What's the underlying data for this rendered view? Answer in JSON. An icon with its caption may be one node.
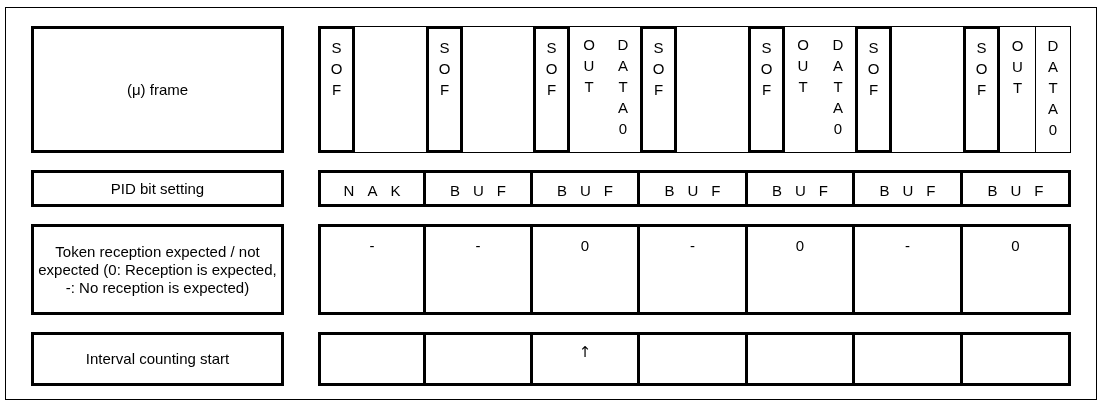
{
  "diagram": {
    "nodes": [
      {
        "text": [
          "(μ) frame"
        ]
      },
      {
        "text": [
          "SOF"
        ]
      },
      {
        "text": [
          "SOF"
        ]
      },
      {
        "text": [
          "SOF"
        ]
      },
      {
        "text": [
          "SOF"
        ]
      },
      {
        "text": [
          "SOF"
        ]
      },
      {
        "text": [
          "SOF"
        ]
      },
      {
        "text": [
          "SOF"
        ]
      },
      {
        "text": [
          "OUT"
        ]
      },
      {
        "text": [
          "DATA0"
        ]
      },
      {
        "text": [
          "PID bit setting"
        ]
      },
      {
        "text": [
          "Token reception expected / not expected (0: Reception is expected, -: No reception is expected)"
        ]
      },
      {
        "text": [
          "Interval counting start"
        ]
      }
    ],
    "edges": [],
    "labels": [
      "OUT",
      "DATA0",
      "OUT",
      "DATA0",
      "NAK",
      "BUF",
      "BUF",
      "BUF",
      "BUF",
      "BUF",
      "BUF",
      "-",
      "-",
      "0",
      "-",
      "0",
      "-",
      "0",
      "↑"
    ]
  }
}
